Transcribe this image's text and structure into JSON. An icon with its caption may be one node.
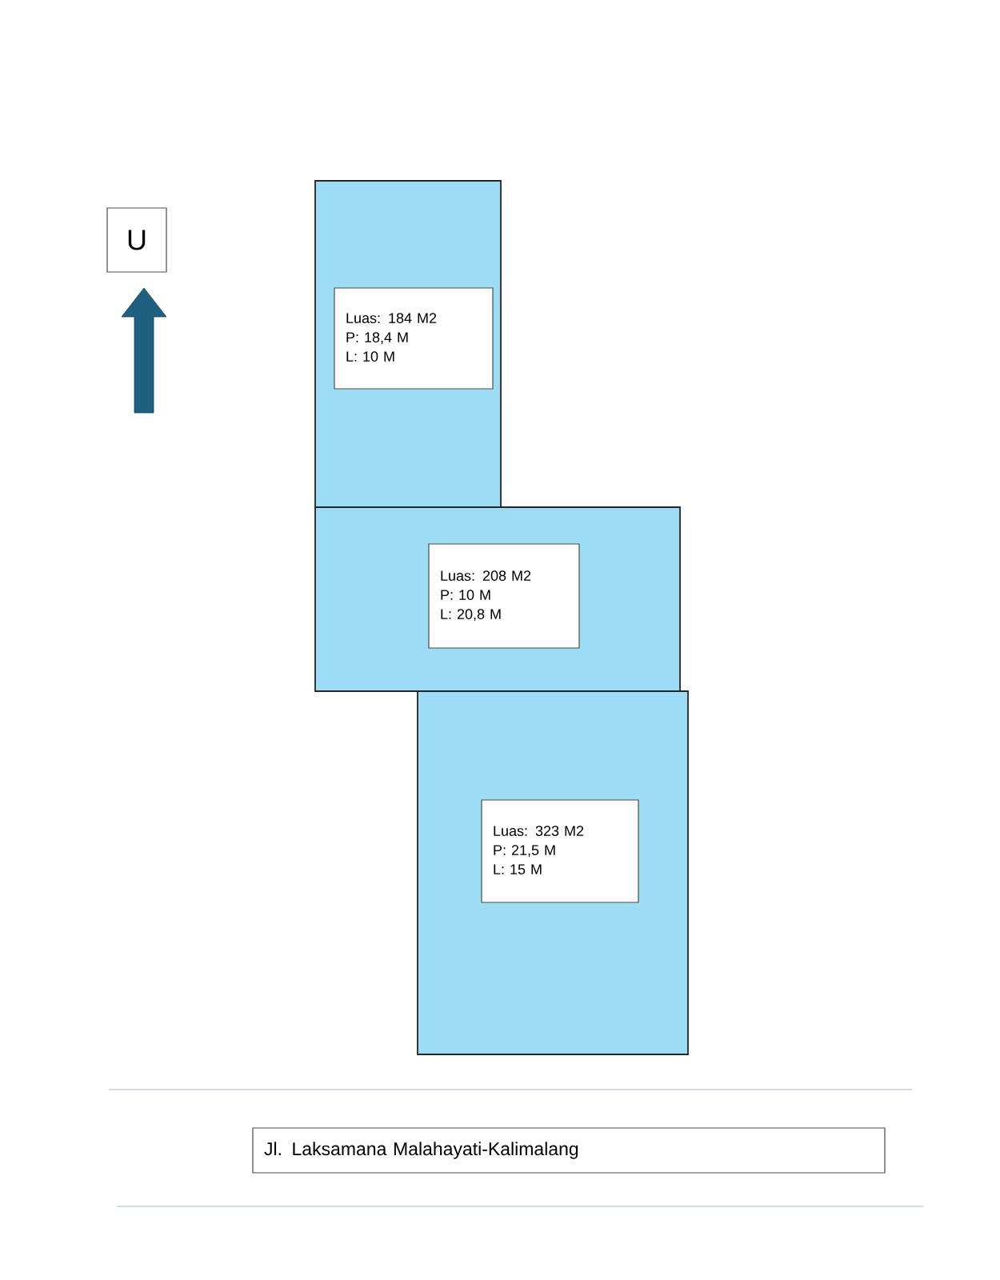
{
  "diagram": {
    "nodes": [
      {
        "text": [
          "U"
        ]
      },
      {
        "text": [],
        "shape": "box"
      },
      {
        "text": [
          "Luas: 184 M2",
          "P: 18,4 M",
          "L: 10 M"
        ],
        "in": 1
      },
      {
        "text": [],
        "shape": "box"
      },
      {
        "text": [
          "Luas: 208 M2",
          "P: 10 M",
          "L: 20,8 M"
        ],
        "in": 3
      },
      {
        "text": [],
        "shape": "box"
      },
      {
        "text": [
          "Luas: 323 M2",
          "P: 21,5 M",
          "L: 15 M"
        ],
        "in": 5
      },
      {
        "text": [
          "Jl. Laksamana Malahayati-Kalimalang"
        ]
      }
    ]
  }
}
